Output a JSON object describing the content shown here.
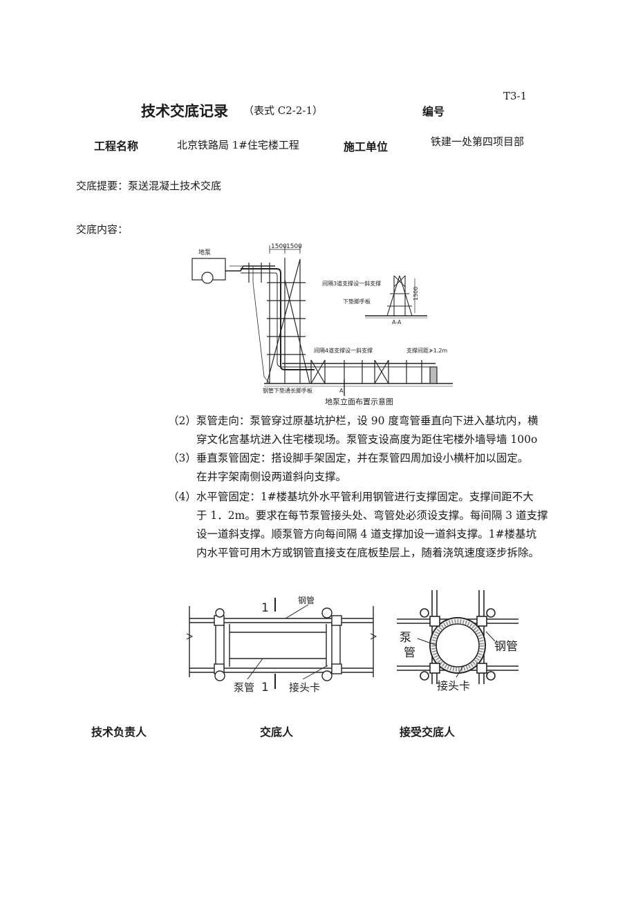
{
  "header": {
    "form_no": "T3-1",
    "title": "技术交底记录",
    "title_form": "（表式 C2-2-1）",
    "number_label": "编号"
  },
  "project": {
    "name_label": "工程名称",
    "name_value": "北京铁路局 1#住宅楼工程",
    "unit_label": "施工单位",
    "unit_value": "铁建一处第四项目部"
  },
  "summary": {
    "label": "交底提要：",
    "value": "泵送混凝土技术交底"
  },
  "content_label": "交底内容：",
  "figure1": {
    "pump_label": "地泵",
    "dim_1": "1500",
    "dim_2": "1500",
    "brace_note_1": "间隔3道支撑设一斜支撑",
    "scaffold_plate": "下垫脚手板",
    "dim_height": "1500",
    "section_label": "A-A",
    "brace_note_2": "间隔4道支撑设一斜支撑",
    "spacing_note": "支撑间距≯1.2m",
    "pipe_plate": "钢管下垫通长脚手板",
    "section_mark": "A",
    "caption": "地泵立面布置示意图"
  },
  "paragraphs": [
    {
      "num": "（2）",
      "lines": [
        "泵管走向：泵管穿过原基坑护栏，设 90 度弯管垂直向下进入基坑内，横",
        "穿文化宫基坑进入住宅楼现场。泵管支设高度为距住宅楼外墙导墙 100o"
      ]
    },
    {
      "num": "（3）",
      "lines": [
        "垂直泵管固定：搭设脚手架固定，并在泵管四周加设小横杆加以固定。",
        "在井字架南侧设两道斜向支撑。"
      ]
    },
    {
      "num": "（4）",
      "lines": [
        "水平管固定：1#楼基坑外水平管利用钢管进行支撑固定。支撑间距不大",
        "于 1．2m。要求在每节泵管接头处、弯管处必须设支撑。每间隔 3 道支撑",
        "设一道斜支撑。顺泵管方向每间隔 4 道支撑加设一道斜支撑。1#楼基坑",
        "内水平管可用木方或钢管直接支在底板垫层上，随着浇筑速度逐步拆除。"
      ]
    }
  ],
  "figure2": {
    "left_mark_top": "1",
    "left_mark_bottom": "1",
    "top_partial": "钢管",
    "pump_pipe": "泵管",
    "joint_clamp": "接头卡",
    "right_pump_1": "泵",
    "right_pump_2": "管",
    "right_steel": "钢管",
    "right_clamp": "接头卡"
  },
  "signatures": {
    "tech_lead": "技术负责人",
    "presenter": "交底人",
    "receiver": "接受交底人"
  }
}
